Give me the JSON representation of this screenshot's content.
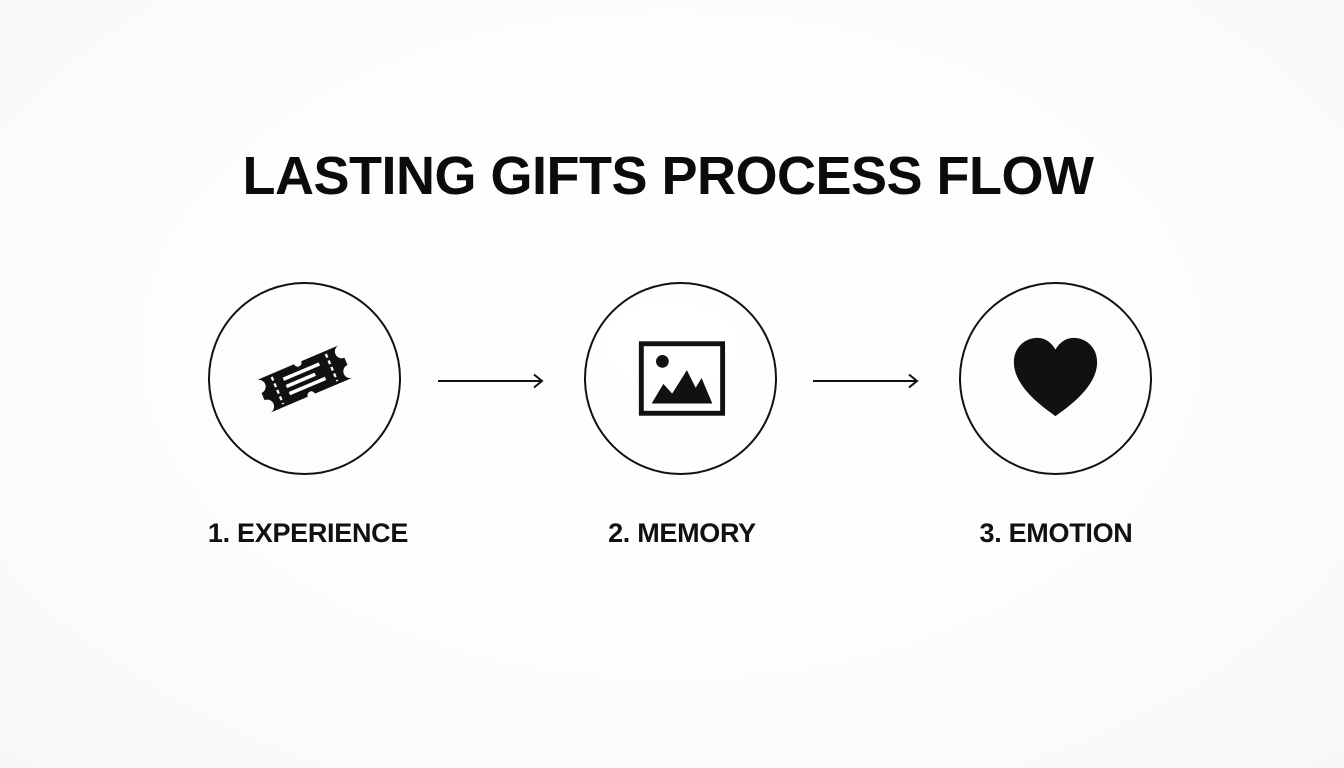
{
  "title": "LASTING GIFTS PROCESS FLOW",
  "steps": [
    {
      "label": "1. EXPERIENCE",
      "icon": "ticket-icon"
    },
    {
      "label": "2. MEMORY",
      "icon": "image-icon"
    },
    {
      "label": "3. EMOTION",
      "icon": "heart-icon"
    }
  ],
  "colors": {
    "stroke": "#111111",
    "text": "#0b0b0b",
    "background": "#ffffff"
  }
}
